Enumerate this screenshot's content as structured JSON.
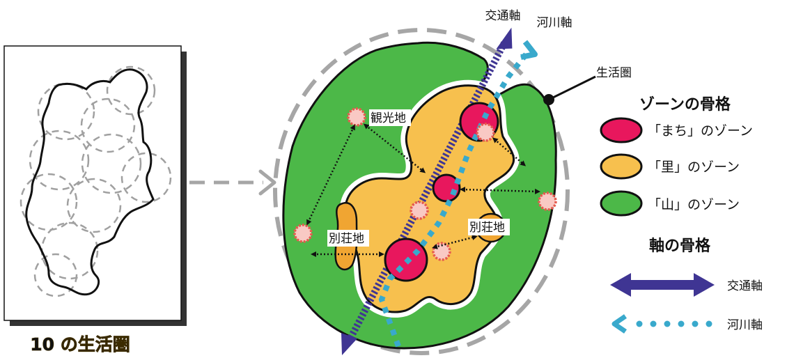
{
  "map_panel": {
    "caption": "10 の生活圏"
  },
  "diagram": {
    "labels": {
      "kotsu_axis": "交通軸",
      "kasen_axis": "河川軸",
      "seikatsuken": "生活圏",
      "kankochi": "観光地",
      "bessochi_left": "別荘地",
      "bessochi_right": "別荘地"
    }
  },
  "legend": {
    "zone_heading": "ゾーンの骨格",
    "zones": [
      {
        "label": "「まち」のゾーン",
        "color": "#e8175d"
      },
      {
        "label": "「里」のゾーン",
        "color": "#f7c04e"
      },
      {
        "label": "「山」のゾーン",
        "color": "#4cb848"
      }
    ],
    "axis_heading": "軸の骨格",
    "axes": [
      {
        "label": "交通軸",
        "color": "#3f3593"
      },
      {
        "label": "河川軸",
        "color": "#39a9cc"
      }
    ]
  },
  "colors": {
    "machi": "#e8175d",
    "sato": "#f7c04e",
    "yama": "#4cb848",
    "traffic_axis": "#3f3593",
    "river_axis": "#39a9cc",
    "boundary_dash": "#a6a6a6",
    "caption_fill": "#8a6a10",
    "spot_fill": "#f9c9c4",
    "spot_ring": "#e65a4e"
  }
}
